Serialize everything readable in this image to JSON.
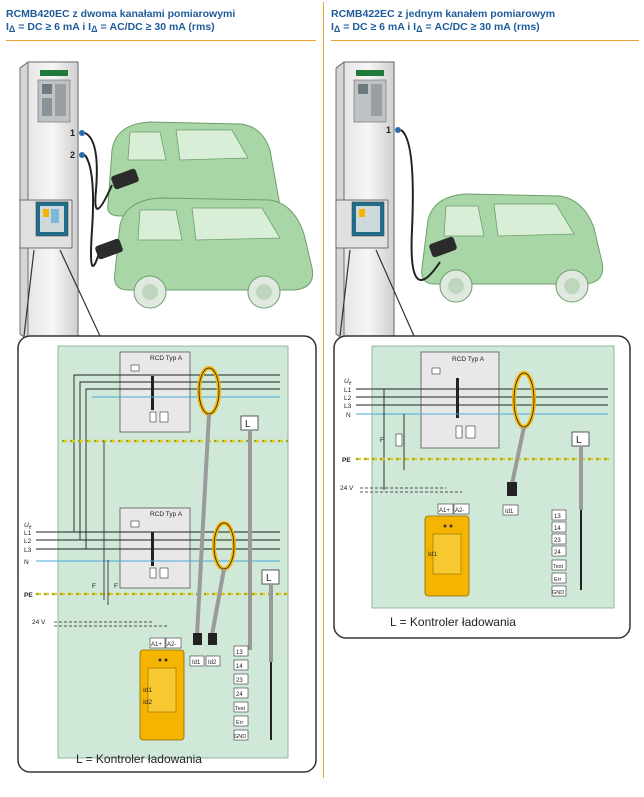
{
  "left": {
    "title": "RCMB420EC z dwoma kanałami pomiarowymi",
    "formula": {
      "prefix": "I",
      "sub1": "Δ",
      "a": " = DC ≥ 6 mA i I",
      "sub2": "Δ",
      "b": " = AC/DC ≥ 30 mA (rms)"
    },
    "port_1": "1",
    "port_2": "2",
    "rcd_top": "RCD Typ A",
    "rcd_bottom": "RCD Typ A",
    "ue": "U",
    "ue_sub": "e",
    "lines": [
      "L1",
      "L2",
      "L3",
      "N"
    ],
    "pe": "PE",
    "f1": "F",
    "f2": "F",
    "v24": "24 V",
    "l_box_top": "L",
    "l_box_mid": "L",
    "a1": "A1+",
    "a2": "A2-",
    "id1": "Id1",
    "id2": "Id2",
    "device_id1": "Id1",
    "device_id2": "Id2",
    "terminals": [
      "13",
      "14",
      "23",
      "24",
      "Test",
      "Err",
      "GND"
    ],
    "caption": "L = Kontroler ładowania"
  },
  "right": {
    "title": "RCMB422EC z jednym kanałem pomiarowym",
    "formula": {
      "prefix": "I",
      "sub1": "Δ",
      "a": " = DC ≥ 6 mA i I",
      "sub2": "Δ",
      "b": " = AC/DC ≥ 30 mA (rms)"
    },
    "port_1": "1",
    "rcd": "RCD Typ A",
    "ue": "U",
    "ue_sub": "e",
    "lines": [
      "L1",
      "L2",
      "L3",
      "N"
    ],
    "pe": "PE",
    "f": "F",
    "v24": "24 V",
    "l_box": "L",
    "a1": "A1+",
    "a2": "A2-",
    "id1": "Id1",
    "device_id1": "Id1",
    "terminals": [
      "13",
      "14",
      "23",
      "24",
      "Test",
      "Err",
      "GND"
    ],
    "caption": "L = Kontroler ładowania"
  },
  "colors": {
    "title": "#1d5b9a",
    "accent": "#f0a030",
    "car": "#a9d6a6",
    "panel": "#cfe8d8",
    "pe": "#e8c81a",
    "wire_blue": "#4aa8d8",
    "device": "#f5b400"
  }
}
